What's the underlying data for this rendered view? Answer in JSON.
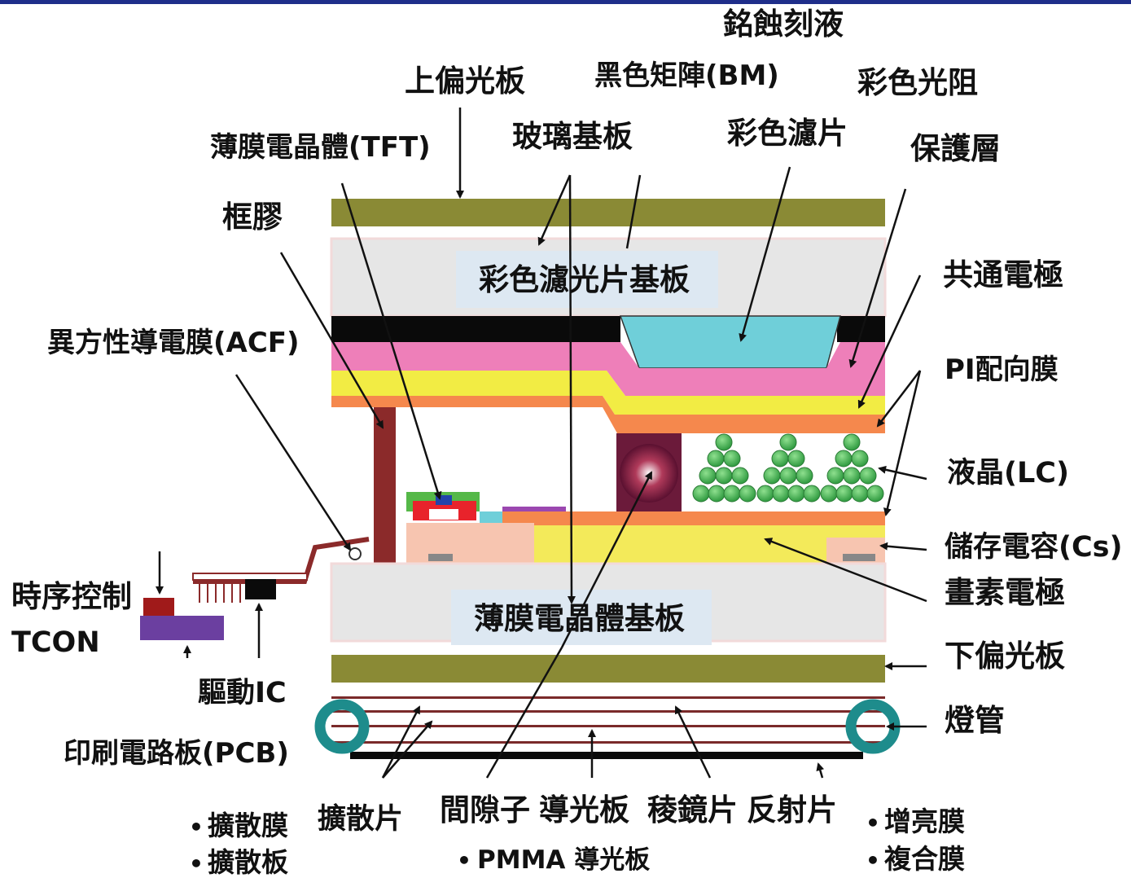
{
  "colors": {
    "top_bar": "#1f2e8a",
    "polarizer": "#8a8a35",
    "glass": "#e6e6e6",
    "black_matrix": "#0a0a0a",
    "color_filter": "#6fcfd9",
    "overcoat": "#ee7fb9",
    "common_electrode": "#f2ec44",
    "pi_layer": "#f5884d",
    "sealant": "#8b2a2a",
    "spacer": "#6b1a3a",
    "lc": "#3aa64d",
    "pixel_electrode": "#f3ea5a",
    "label_box": "#dde8f2",
    "lamp": "#1e8c8c",
    "pcb": "#6b3fa0"
  },
  "labels": {
    "etchant": "銘蝕刻液",
    "upper_polarizer": "上偏光板",
    "black_matrix": "黑色矩陣(BM)",
    "color_photoresist": "彩色光阻",
    "tft": "薄膜電晶體(TFT)",
    "glass_substrate": "玻璃基板",
    "color_filter": "彩色濾片",
    "protective_layer": "保護層",
    "sealant": "框膠",
    "cf_substrate": "彩色濾光片基板",
    "common_electrode": "共通電極",
    "acf": "異方性導電膜(ACF)",
    "pi_film": "PI配向膜",
    "lc": "液晶(LC)",
    "storage_capacitor": "儲存電容(Cs)",
    "pixel_electrode": "畫素電極",
    "tcon_line1": "時序控制",
    "tcon_line2": "TCON",
    "tft_substrate": "薄膜電晶體基板",
    "lower_polarizer": "下偏光板",
    "driver_ic": "驅動IC",
    "lamp": "燈管",
    "pcb": "印刷電路板(PCB)",
    "diffuser_sheet": "擴散片",
    "spacer": "間隙子",
    "light_guide": "導光板",
    "prism": "稜鏡片",
    "reflector": "反射片",
    "diffuser_film": "擴散膜",
    "diffuser_plate": "擴散板",
    "pmma_guide": "PMMA 導光板",
    "brightness_film": "增亮膜",
    "composite_film": "複合膜",
    "bullet": "•"
  }
}
